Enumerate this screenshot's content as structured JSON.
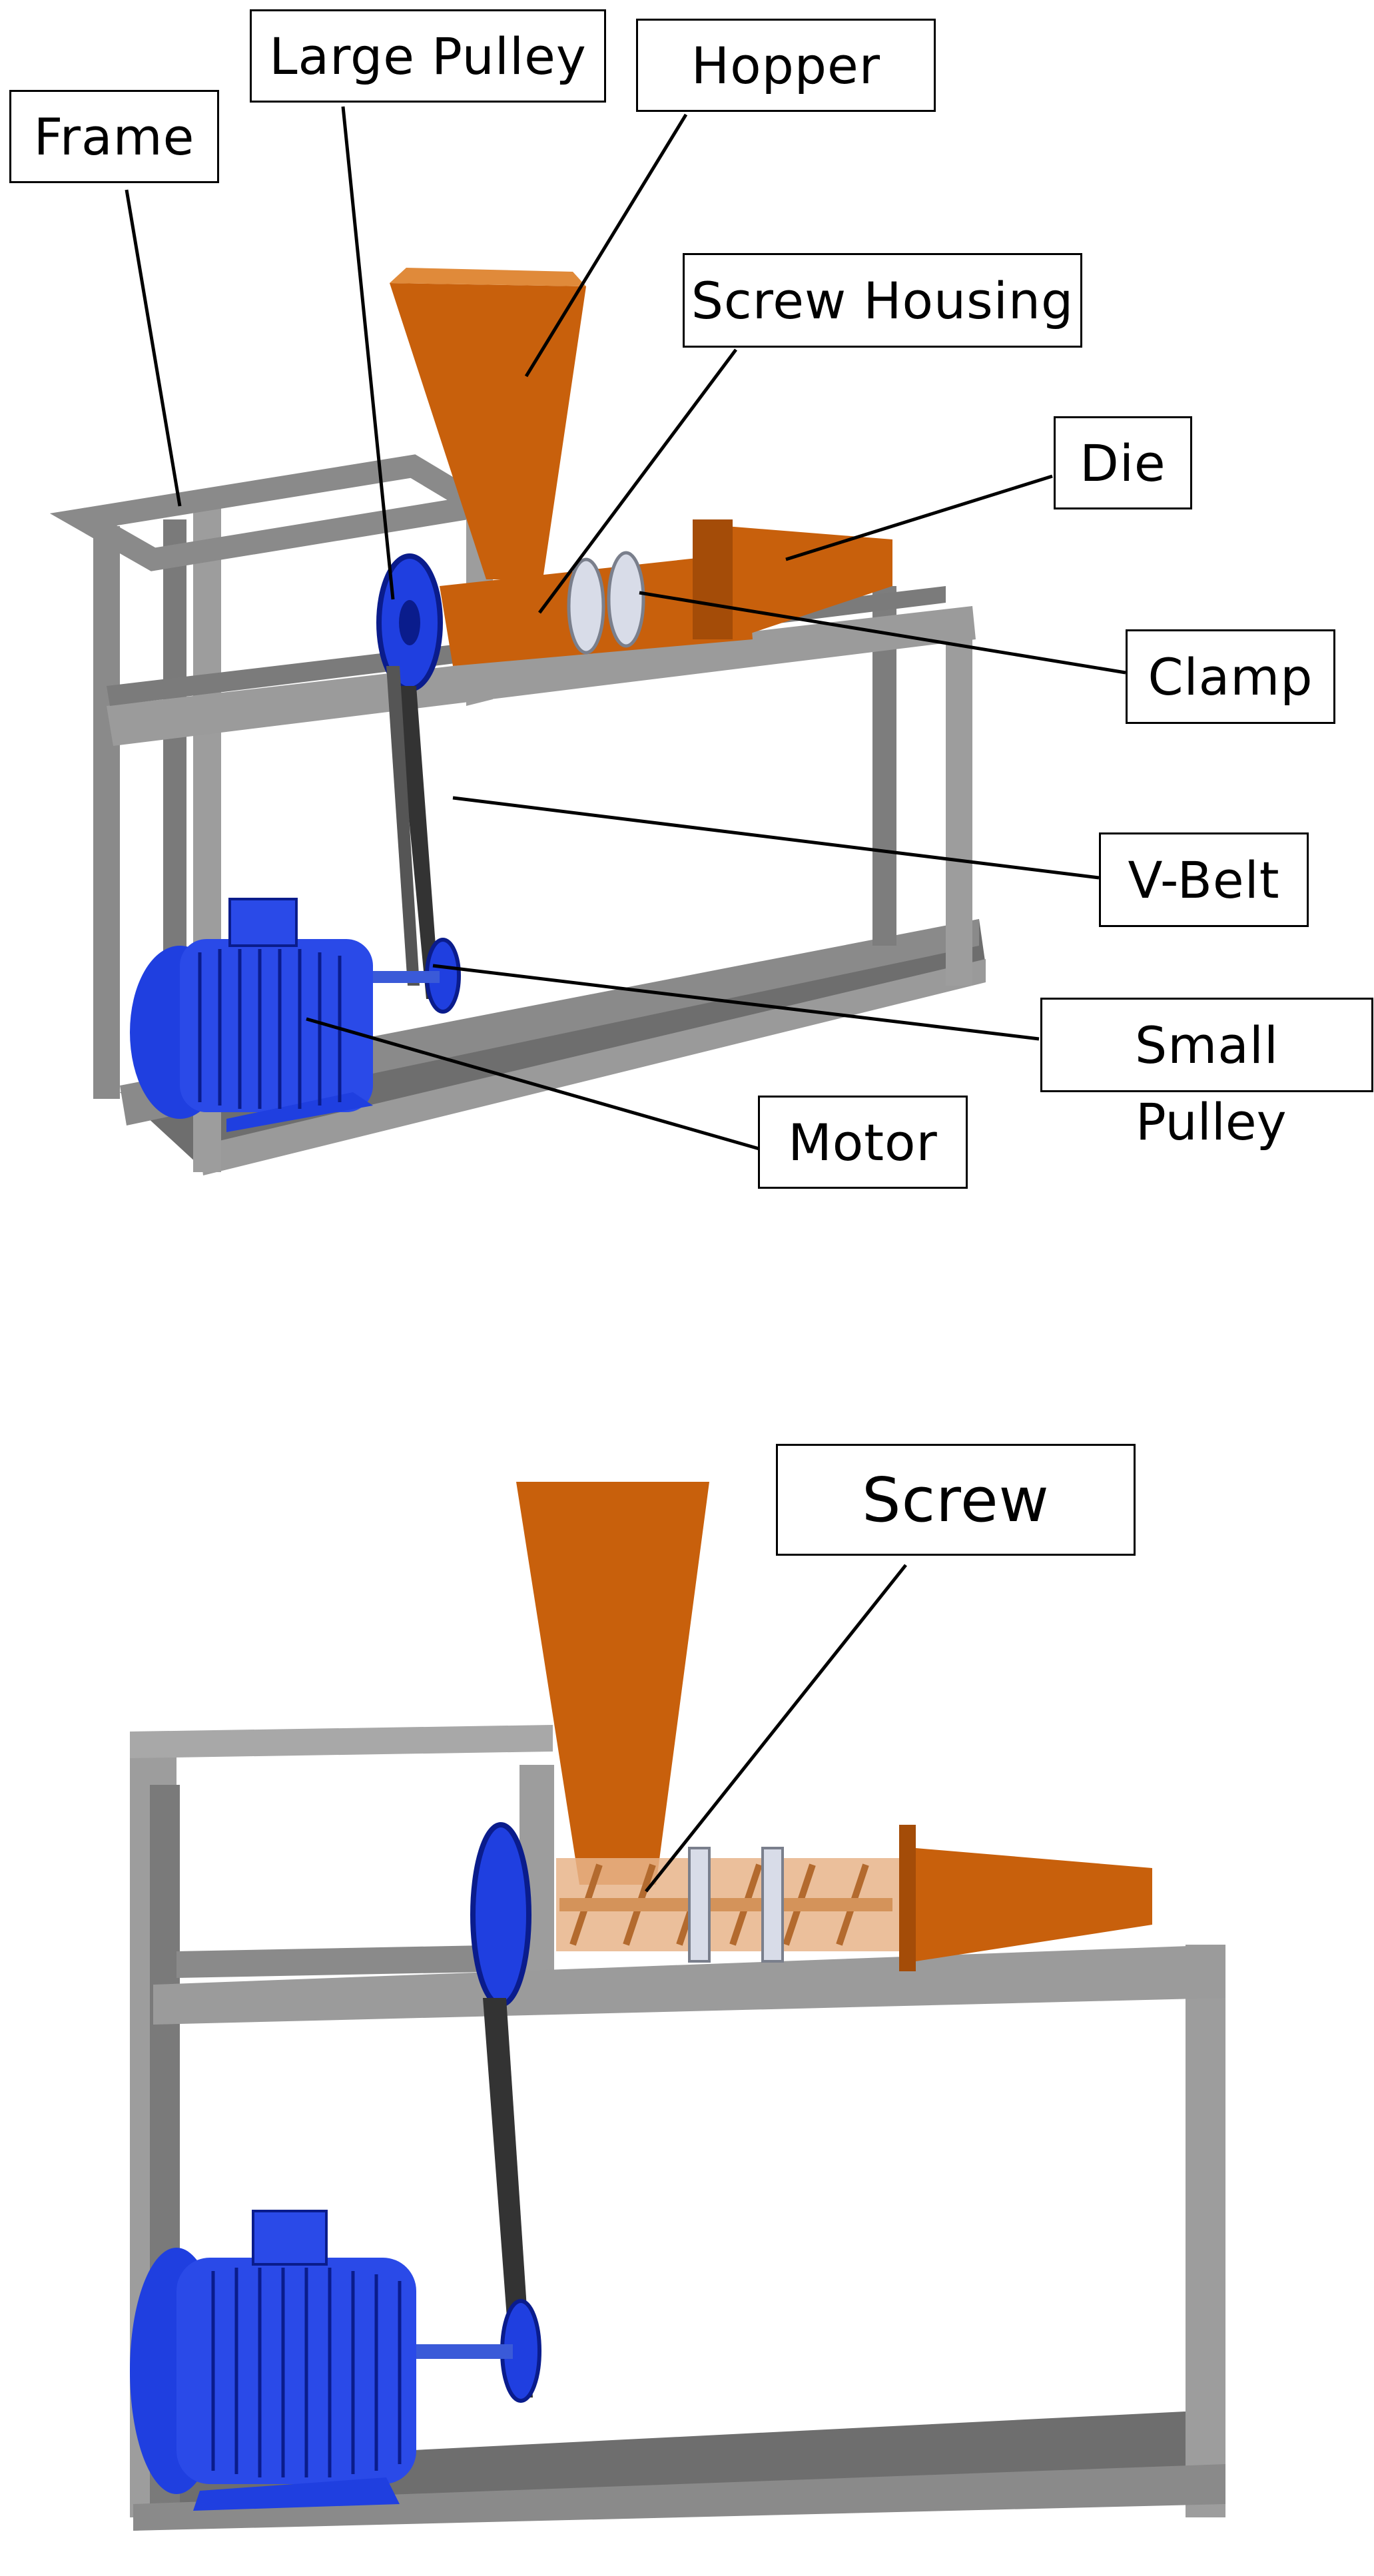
{
  "colors": {
    "frame": "#8a8a8a",
    "frame_dark": "#5c5c5c",
    "frame_light": "#b4b4b4",
    "orange": "#c8600c",
    "orange_light": "#e08a3a",
    "blue": "#1f3fe0",
    "blue_dark": "#0a1c8c",
    "belt": "#333333",
    "clamp": "#d8dce8",
    "screw_tan": "#e8b48a"
  },
  "top_view": {
    "labels": {
      "frame": "Frame",
      "large_pulley": "Large Pulley",
      "hopper": "Hopper",
      "screw_housing": "Screw Housing",
      "die": "Die",
      "clamp": "Clamp",
      "v_belt": "V-Belt",
      "small_pulley_line1": "Small",
      "small_pulley_line2": "Pulley",
      "motor": "Motor"
    }
  },
  "bottom_view": {
    "labels": {
      "screw": "Screw"
    }
  }
}
